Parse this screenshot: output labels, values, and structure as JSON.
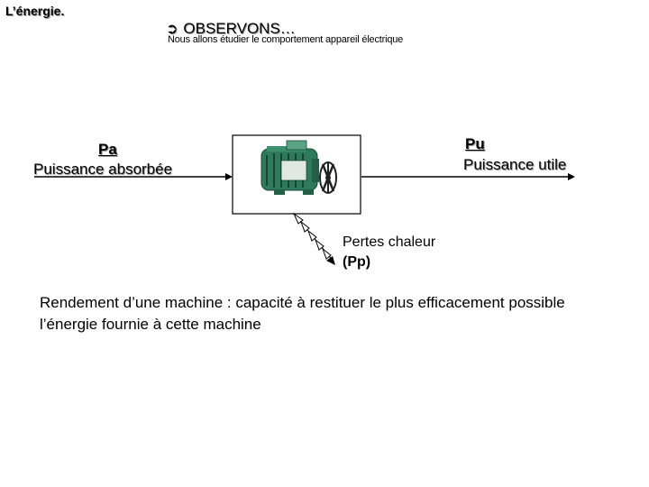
{
  "title": "L’énergie.",
  "observe": {
    "bullet_icon": "curved-arrow-icon",
    "bullet_glyph": "➲",
    "heading": "OBSERVONS…",
    "subtitle": "Nous allons étudier le comportement appareil électrique"
  },
  "input": {
    "symbol": "Pa",
    "label": "Puissance absorbée"
  },
  "output": {
    "symbol": "Pu",
    "label": "Puissance utile"
  },
  "losses": {
    "label": "Pertes chaleur",
    "symbol": "(Pp)"
  },
  "device": {
    "icon": "electric-motor-icon",
    "motor_color": "#2f7a5c",
    "fan_color": "#222222"
  },
  "definition": {
    "line1": "Rendement d’une machine : capacité à restituer le plus efficacement possible",
    "line2": "l’énergie fournie à cette machine"
  }
}
